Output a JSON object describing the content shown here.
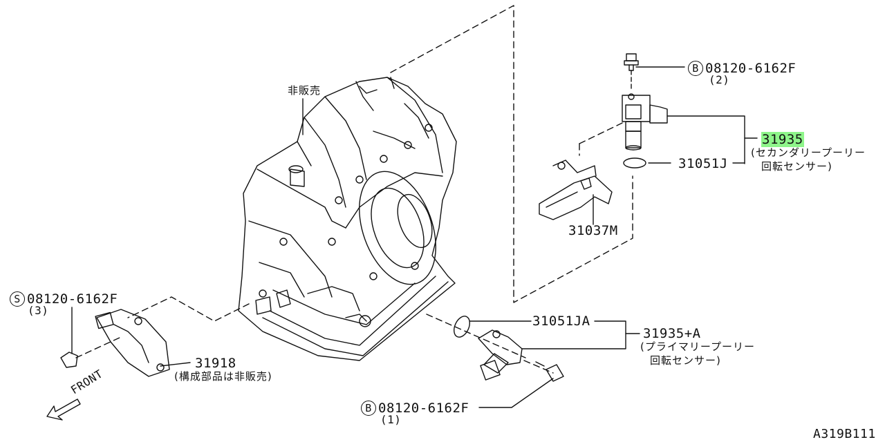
{
  "diagram_id": "A319B111",
  "front_label": "FRONT",
  "parts": [
    {
      "id": "p1",
      "prefix": "B",
      "number": "08120-6162F",
      "qty": "(2)"
    },
    {
      "id": "p2",
      "number": "31935",
      "desc_line1": "(セカンダリープーリー",
      "desc_line2": "回転センサー)",
      "highlight_color": "#8ef58a"
    },
    {
      "id": "p3",
      "number": "31051J"
    },
    {
      "id": "p4",
      "number": "31037M"
    },
    {
      "id": "p5",
      "number": "非販売"
    },
    {
      "id": "p6",
      "prefix": "S",
      "number": "08120-6162F",
      "qty": "(3)"
    },
    {
      "id": "p7",
      "number": "31918",
      "desc_line1": "(構成部品は非販売)"
    },
    {
      "id": "p8",
      "number": "31051JA"
    },
    {
      "id": "p9",
      "number": "31935+A",
      "desc_line1": "(プライマリープーリー",
      "desc_line2": "回転センサー)"
    },
    {
      "id": "p10",
      "prefix": "B",
      "number": "08120-6162F",
      "qty": "(1)"
    }
  ]
}
